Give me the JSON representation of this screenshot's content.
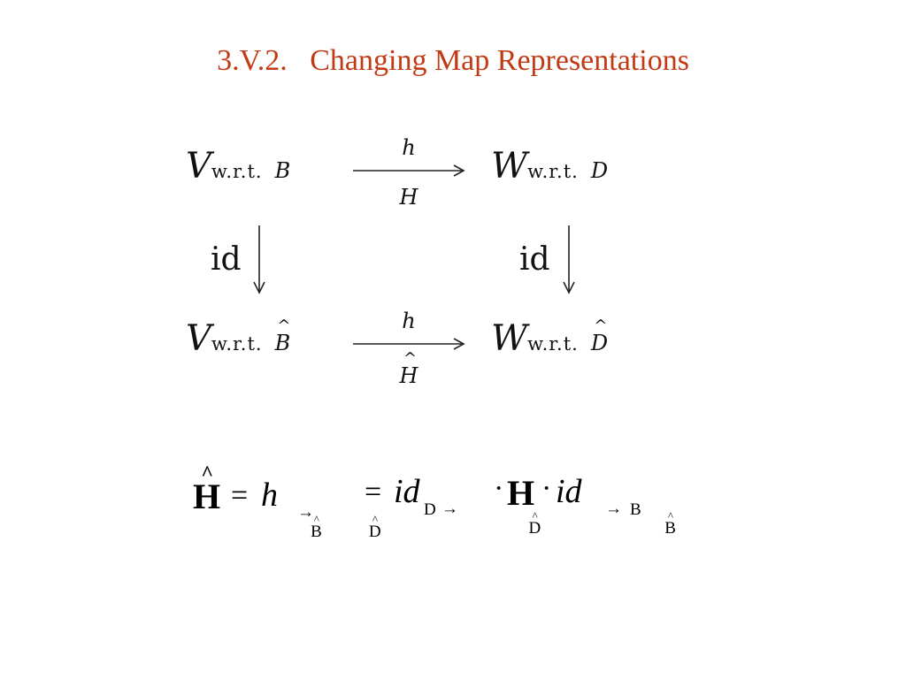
{
  "title": "3.V.2.   Changing Map Representations",
  "diagram": {
    "top_left": {
      "space": "V",
      "wrt": "w.r.t.",
      "basis": "B"
    },
    "top_right": {
      "space": "W",
      "wrt": "w.r.t.",
      "basis": "D"
    },
    "bottom_left": {
      "space": "V",
      "wrt": "w.r.t.",
      "basis": "B"
    },
    "bottom_right": {
      "space": "W",
      "wrt": "w.r.t.",
      "basis": "D"
    },
    "top_arrow": {
      "map": "h",
      "matrix": "H"
    },
    "bottom_arrow": {
      "map": "h",
      "matrix": "H"
    },
    "left_vertical": "id",
    "right_vertical": "id"
  },
  "formula": {
    "H": "H",
    "eq1": "=",
    "h": "h",
    "sub_h_from": "B",
    "arrow": "→",
    "sub_h_to": "D",
    "eq2": "=",
    "id1": "id",
    "sub_id1_from": "D",
    "sub_id1_to": "D",
    "dot1": "·",
    "H2": "H",
    "dot2": "·",
    "id2": "id",
    "sub_id2_from": "B",
    "sub_id2_to": "B"
  }
}
